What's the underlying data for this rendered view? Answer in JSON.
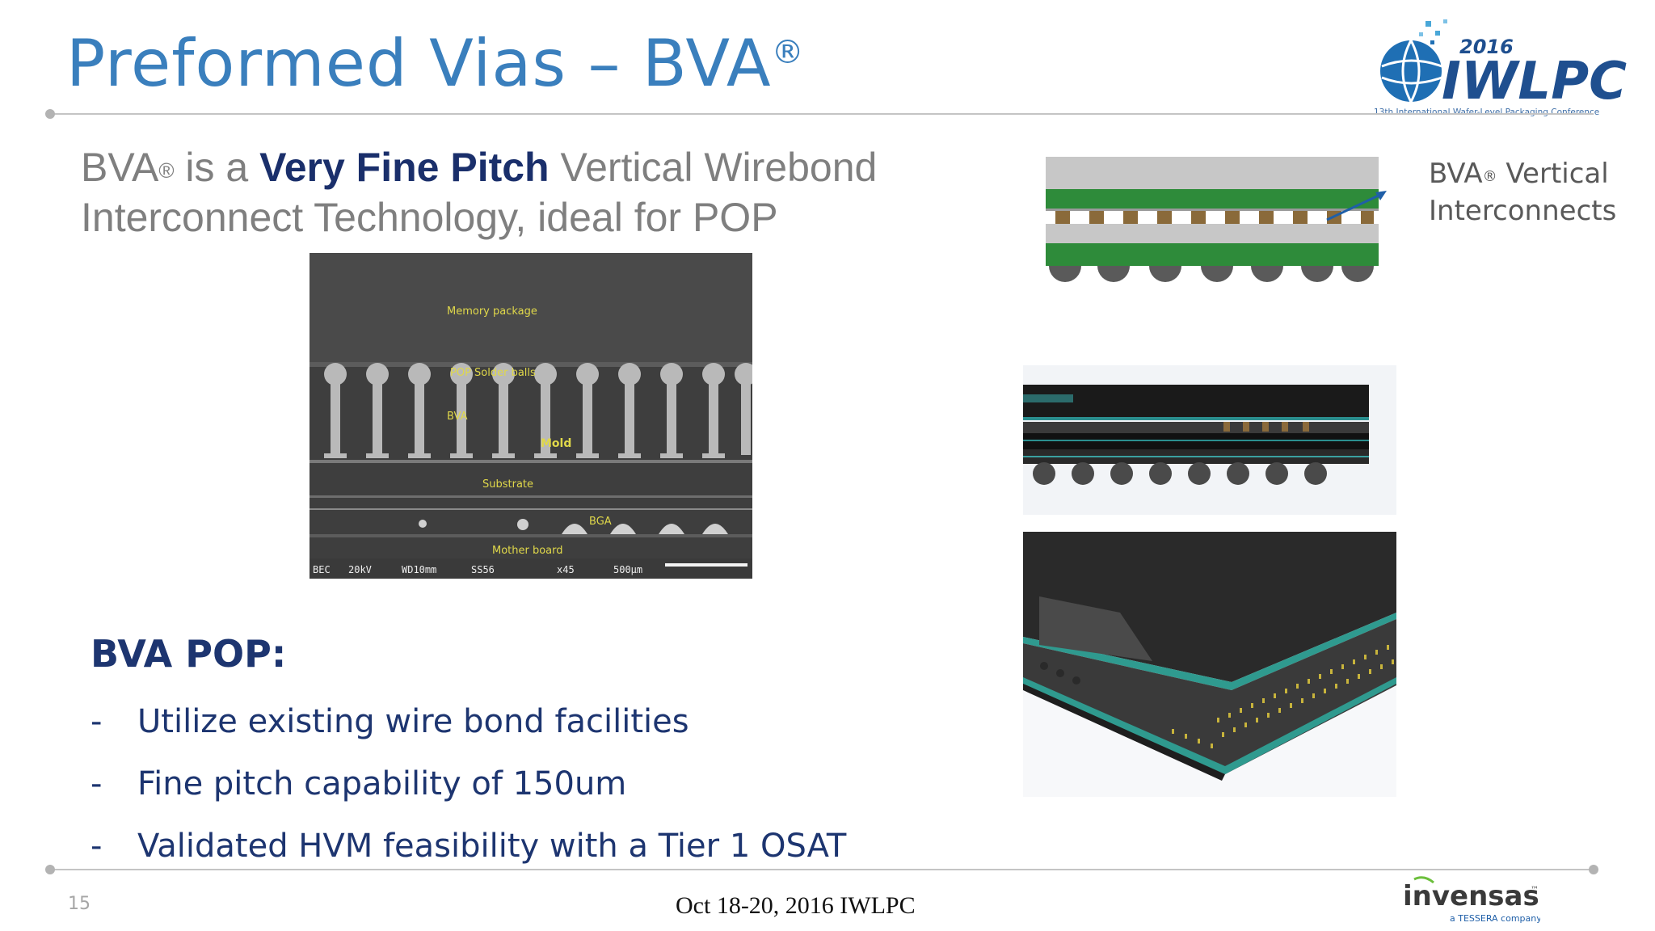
{
  "slide": {
    "title": "Preformed Vias – BVA",
    "title_reg": "®",
    "intro": {
      "part1": "BVA",
      "reg": "®",
      "part2": " is a ",
      "bold": "Very Fine Pitch",
      "part3": " Vertical Wirebond Interconnect Technology, ideal for POP"
    },
    "sem_image": {
      "labels": {
        "memory_package": "Memory package",
        "pop_solder_balls": "POP Solder balls",
        "bva": "BVA",
        "mold": "Mold",
        "substrate": "Substrate",
        "bga": "BGA",
        "mother_board": "Mother board"
      },
      "info_bar": {
        "mode": "BEC",
        "voltage": "20kV",
        "wd": "WD10mm",
        "ss": "SS56",
        "mag": "x45",
        "scale": "500μm"
      }
    },
    "pop_heading": "BVA POP:",
    "bullets": [
      {
        "dash": "-",
        "text": "Utilize existing wire bond facilities"
      },
      {
        "dash": "-",
        "text": "Fine pitch capability of 150um"
      },
      {
        "dash": "-",
        "text": "Validated HVM feasibility with a Tier 1 OSAT"
      }
    ],
    "callout": {
      "line1": "BVA",
      "reg": "®",
      "line1b": " Vertical",
      "line2": "Interconnects"
    },
    "footer": {
      "page_number": "15",
      "date": "Oct 18-20, 2016 IWLPC"
    },
    "logos": {
      "iwlpc_year": "2016",
      "iwlpc_name": "IWLPC",
      "iwlpc_tagline": "13th International Wafer-Level Packaging Conference",
      "invensas_name": "invensas",
      "invensas_tm": "™",
      "invensas_tagline": "a TESSERA company"
    }
  },
  "colors": {
    "title_blue": "#3a7fbd",
    "navy": "#1d3570",
    "body_gray": "#7f7f7f",
    "green_substrate": "#2e8b3a",
    "teal_arrow": "#1f5fa8"
  }
}
